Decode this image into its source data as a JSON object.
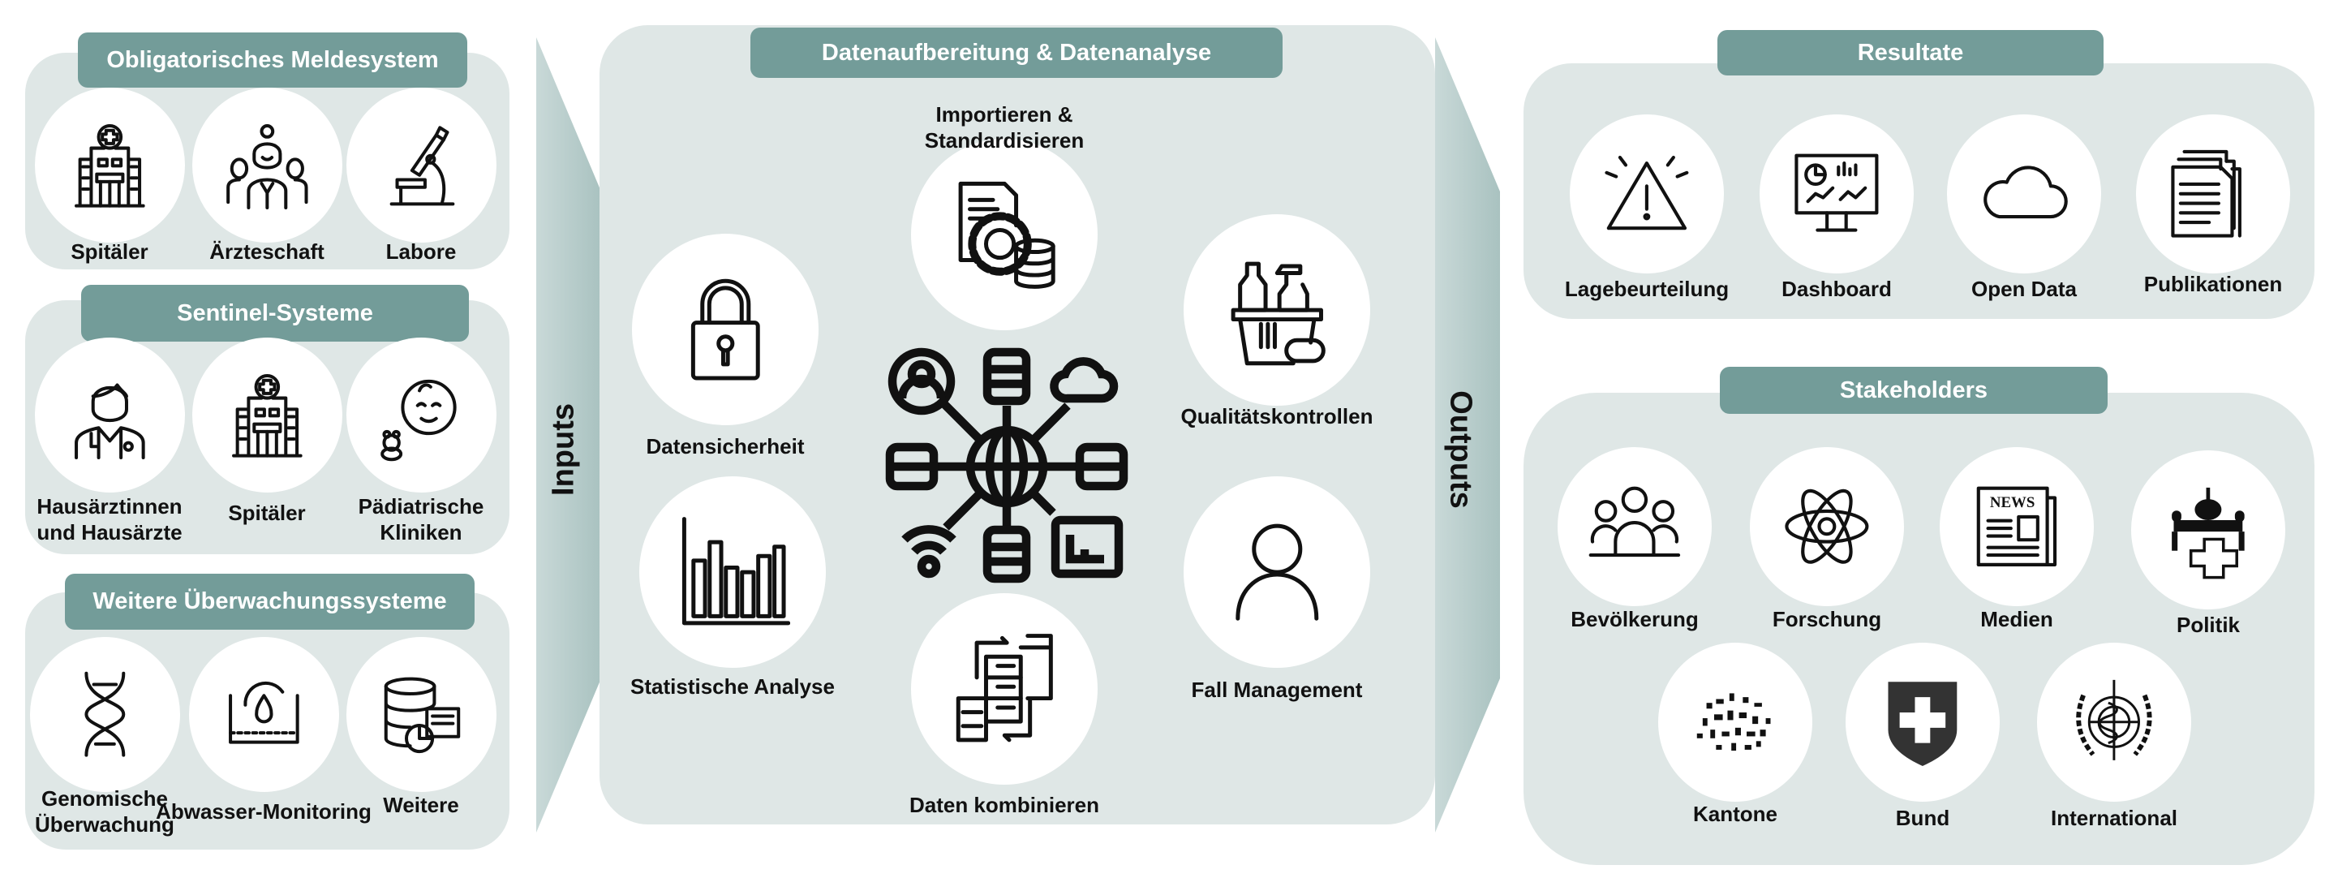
{
  "colors": {
    "header": "#739c99",
    "panel": "#dfe7e6",
    "arrow": "#b5cccb"
  },
  "inputs_label": "Inputs",
  "outputs_label": "Outputs",
  "groups": {
    "obligatorisch": {
      "title": "Obligatorisches Meldesystem",
      "items": [
        {
          "label": "Spitäler",
          "icon": "hospital-icon"
        },
        {
          "label": "Ärzteschaft",
          "icon": "doctors-icon"
        },
        {
          "label": "Labore",
          "icon": "microscope-icon"
        }
      ]
    },
    "sentinel": {
      "title": "Sentinel-Systeme",
      "items": [
        {
          "label": "Hausärztinnen und Hausärzte",
          "icon": "doctor-icon"
        },
        {
          "label": "Spitäler",
          "icon": "hospital-icon"
        },
        {
          "label": "Pädiatrische Kliniken",
          "icon": "baby-icon"
        }
      ]
    },
    "weitere": {
      "title": "Weitere Überwachungssysteme",
      "items": [
        {
          "label": "Genomische Überwachung",
          "icon": "dna-icon"
        },
        {
          "label": "Abwasser-Monitoring",
          "icon": "wastewater-icon"
        },
        {
          "label": "Weitere",
          "icon": "database-icon"
        }
      ]
    },
    "analyse": {
      "title": "Datenaufbereitung & Datenanalyse",
      "items": [
        {
          "label": "Importieren & Standardisieren",
          "icon": "document-gear-icon"
        },
        {
          "label": "Datensicherheit",
          "icon": "lock-icon"
        },
        {
          "label": "Qualitätskontrollen",
          "icon": "cleaning-icon"
        },
        {
          "label": "Statistische Analyse",
          "icon": "bar-chart-icon"
        },
        {
          "label": "Fall Management",
          "icon": "person-icon"
        },
        {
          "label": "Daten kombinieren",
          "icon": "merge-data-icon"
        }
      ]
    },
    "resultate": {
      "title": "Resultate",
      "items": [
        {
          "label": "Lagebeurteilung",
          "icon": "warning-icon"
        },
        {
          "label": "Dashboard",
          "icon": "dashboard-icon"
        },
        {
          "label": "Open Data",
          "icon": "cloud-icon"
        },
        {
          "label": "Publikationen",
          "icon": "documents-icon"
        }
      ]
    },
    "stakeholders": {
      "title": "Stakeholders",
      "items": [
        {
          "label": "Bevölkerung",
          "icon": "people-icon"
        },
        {
          "label": "Forschung",
          "icon": "atom-icon"
        },
        {
          "label": "Medien",
          "icon": "newspaper-icon"
        },
        {
          "label": "Politik",
          "icon": "parliament-icon"
        },
        {
          "label": "Kantone",
          "icon": "cantons-map-icon"
        },
        {
          "label": "Bund",
          "icon": "swiss-shield-icon"
        },
        {
          "label": "International",
          "icon": "who-emblem-icon"
        }
      ]
    }
  }
}
